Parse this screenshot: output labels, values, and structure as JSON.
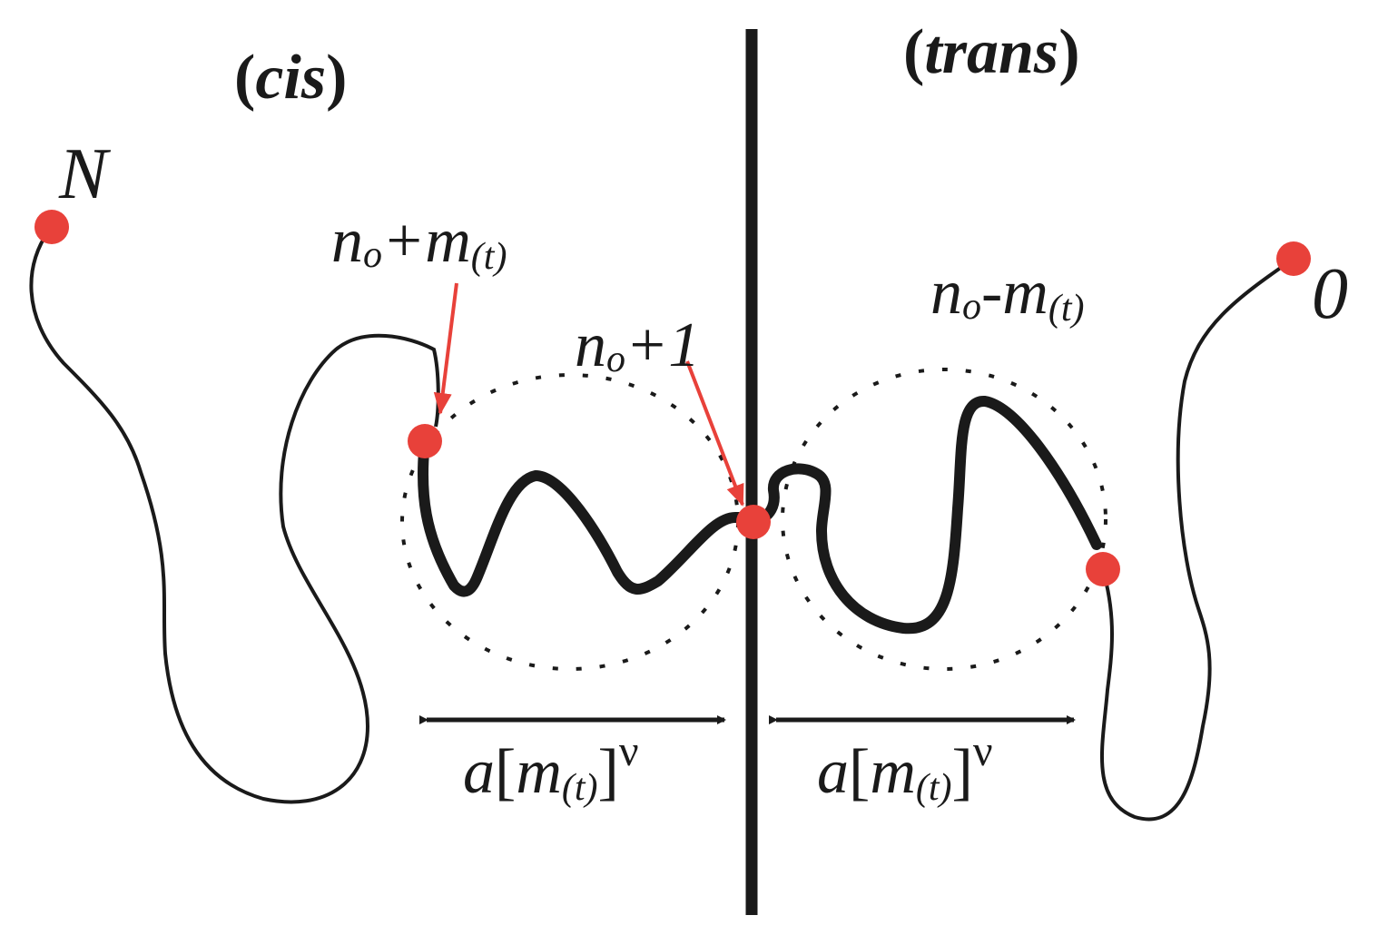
{
  "labels": {
    "cis_open": "(",
    "cis": "cis",
    "cis_close": ")",
    "trans_open": "(",
    "trans": "trans",
    "trans_close": ")",
    "end_N": "N",
    "end_0": "0",
    "cis_index_base": "n",
    "cis_index_sub_o": "o",
    "cis_index_op": "+m",
    "cis_index_sub_t": "(t)",
    "pore_index_base": "n",
    "pore_index_sub_o": "o",
    "pore_index_rest": "+1",
    "trans_index_base": "n",
    "trans_index_sub_o": "o",
    "trans_index_op": "-m",
    "trans_index_sub_t": "(t)",
    "radius_a": "a",
    "radius_lbracket": "[",
    "radius_m": "m",
    "radius_sub_t": "(t)",
    "radius_rbracket": "]",
    "radius_exp": "ν"
  },
  "colors": {
    "chain": "#1a1a1a",
    "membrane": "#1a1a1a",
    "bead": "#e8413a",
    "arrow_red": "#e8413a",
    "text": "#1a1a1a"
  }
}
